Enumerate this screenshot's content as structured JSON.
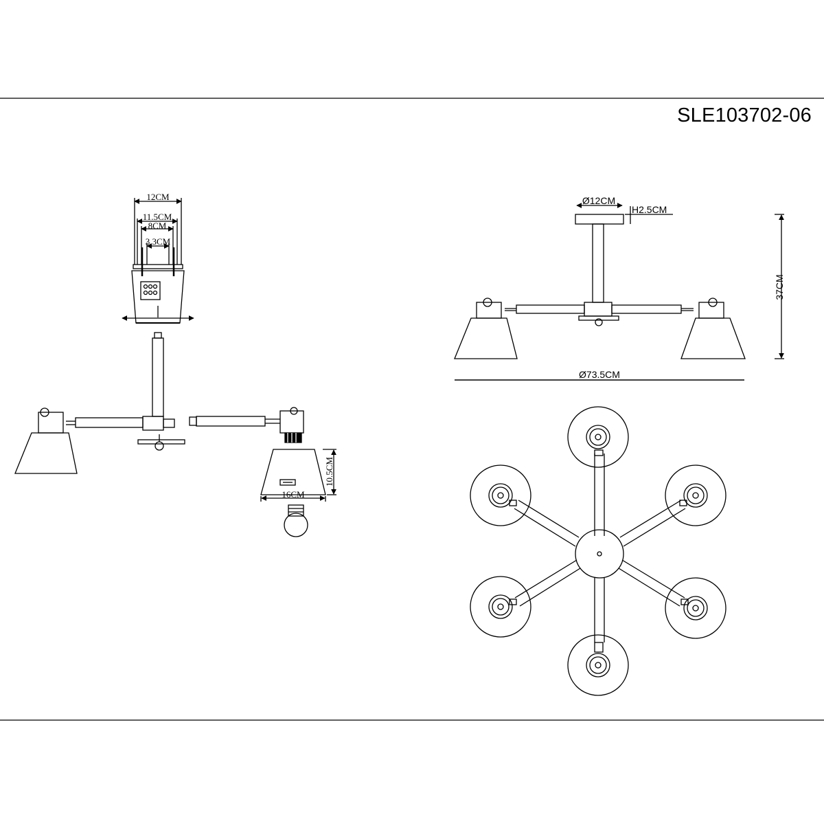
{
  "model_number": "SLE103702-06",
  "colors": {
    "line": "#000000",
    "background": "#ffffff"
  },
  "dims": {
    "bracket_width": "12CM",
    "bracket_inner": "11.5CM",
    "hole_spacing": "8CM",
    "screw_spacing": "3.3CM",
    "shade_height": "10.5CM",
    "shade_diameter": "16CM",
    "canopy_diameter": "Ø12CM",
    "canopy_height": "H2.5CM",
    "total_height": "37CM",
    "total_diameter": "Ø73.5CM"
  }
}
